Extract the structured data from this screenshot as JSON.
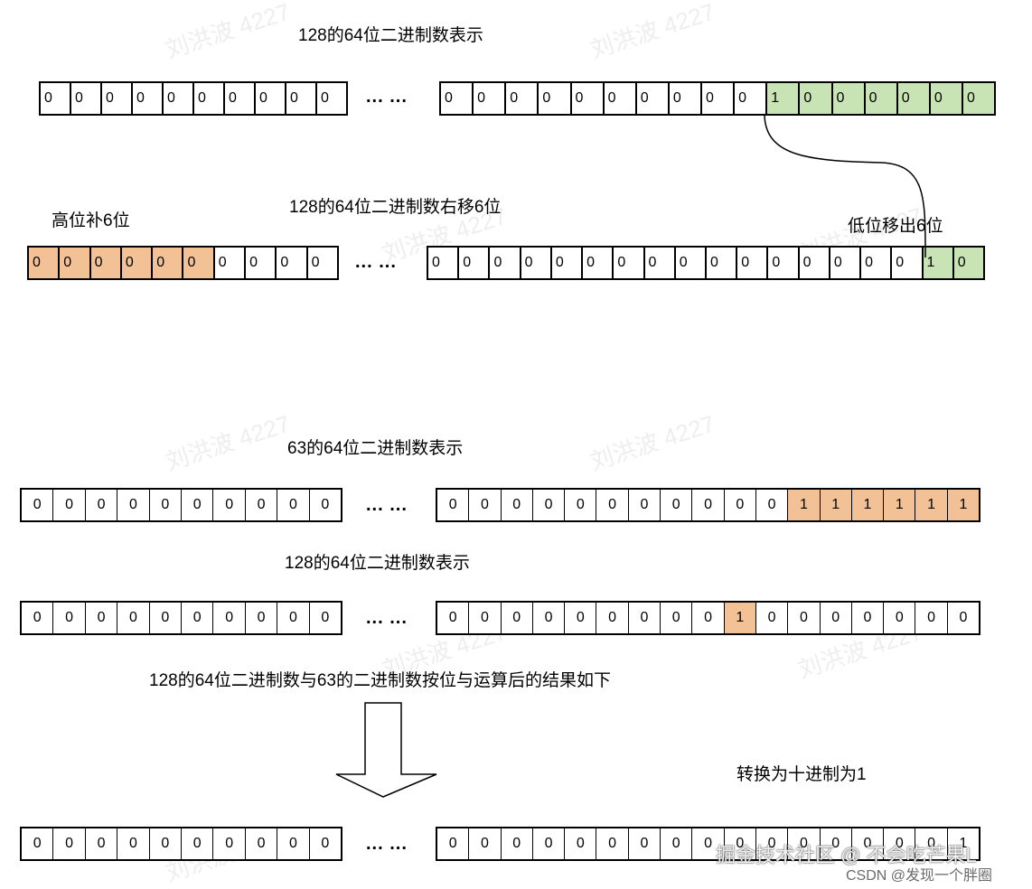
{
  "sections": {
    "s1_title": "128的64位二进制数表示",
    "s1_shift_title": "128的64位二进制数右移6位",
    "high_fill_label": "高位补6位",
    "low_out_label": "低位移出6位",
    "s2_title_63": "63的64位二进制数表示",
    "s2_title_128": "128的64位二进制数表示",
    "and_caption": "128的64位二进制数与63的二进制数按位与运算后的结果如下",
    "result_label": "转换为十进制为1"
  },
  "ellipsis": "... ...",
  "rows": {
    "row1_left": [
      "0",
      "0",
      "0",
      "0",
      "0",
      "0",
      "0",
      "0",
      "0",
      "0"
    ],
    "row1_right": [
      "0",
      "0",
      "0",
      "0",
      "0",
      "0",
      "0",
      "0",
      "0",
      "0",
      "1",
      "0",
      "0",
      "0",
      "0",
      "0",
      "0"
    ],
    "row1_right_green_from": 10,
    "row2_left": [
      "0",
      "0",
      "0",
      "0",
      "0",
      "0",
      "0",
      "0",
      "0",
      "0"
    ],
    "row2_left_orange_count": 6,
    "row2_right": [
      "0",
      "0",
      "0",
      "0",
      "0",
      "0",
      "0",
      "0",
      "0",
      "0",
      "0",
      "0",
      "0",
      "0",
      "0",
      "0",
      "1",
      "0"
    ],
    "row2_right_green_from": 16,
    "row3_left": [
      "0",
      "0",
      "0",
      "0",
      "0",
      "0",
      "0",
      "0",
      "0",
      "0"
    ],
    "row3_right": [
      "0",
      "0",
      "0",
      "0",
      "0",
      "0",
      "0",
      "0",
      "0",
      "0",
      "0",
      "1",
      "1",
      "1",
      "1",
      "1",
      "1"
    ],
    "row3_right_orange_from": 11,
    "row4_left": [
      "0",
      "0",
      "0",
      "0",
      "0",
      "0",
      "0",
      "0",
      "0",
      "0"
    ],
    "row4_right": [
      "0",
      "0",
      "0",
      "0",
      "0",
      "0",
      "0",
      "0",
      "0",
      "1",
      "0",
      "0",
      "0",
      "0",
      "0",
      "0",
      "0"
    ],
    "row4_right_orange_index": 9,
    "row5_left": [
      "0",
      "0",
      "0",
      "0",
      "0",
      "0",
      "0",
      "0",
      "0",
      "0"
    ],
    "row5_right": [
      "0",
      "0",
      "0",
      "0",
      "0",
      "0",
      "0",
      "0",
      "0",
      "0",
      "0",
      "0",
      "0",
      "0",
      "0",
      "0",
      "1"
    ]
  },
  "watermark_text": "刘洪波 4227",
  "credits": {
    "juejin": "掘金技术社区 @ 不会吃芒果L",
    "csdn": "CSDN @发现一个胖圈"
  },
  "colors": {
    "green_fill": "#c8e3b4",
    "orange_fill": "#f3c196"
  }
}
